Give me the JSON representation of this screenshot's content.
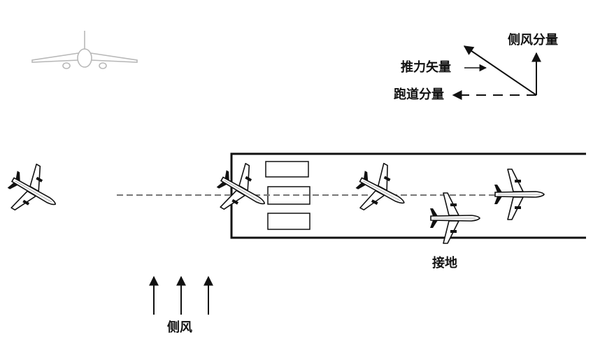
{
  "labels": {
    "crosswind_component": "侧风分量",
    "thrust_vector": "推力矢量",
    "runway_component": "跑道分量",
    "touchdown": "接地",
    "crosswind": "侧风"
  },
  "colors": {
    "ink": "#111111",
    "ghost_plane": "#b8b8b8",
    "centerline": "#777777"
  },
  "icons": [
    "airplane-icon",
    "arrow-up-icon",
    "arrow-left-icon"
  ]
}
